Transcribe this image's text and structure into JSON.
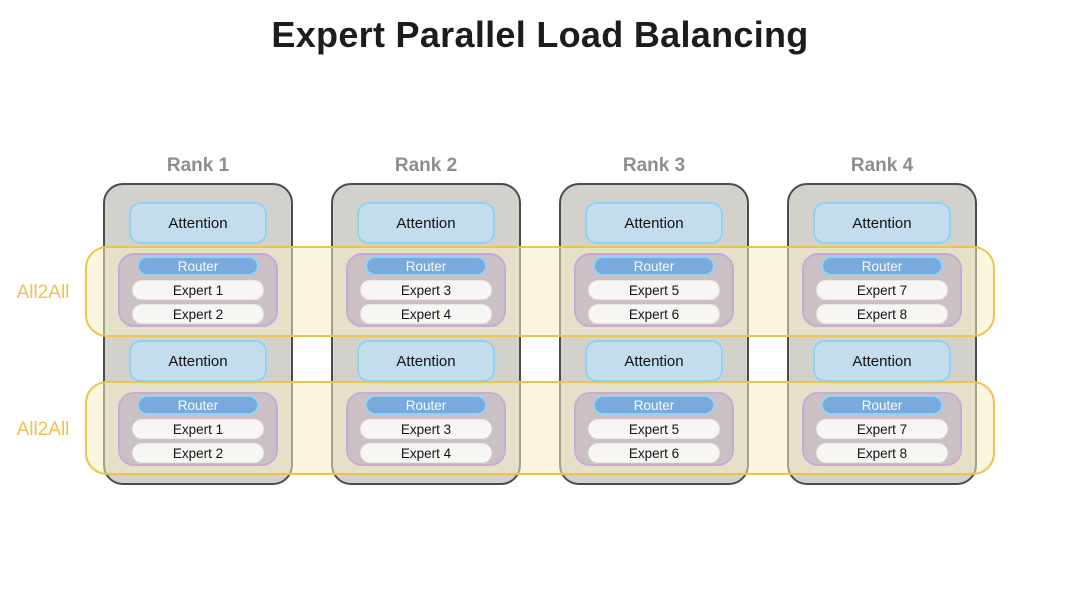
{
  "title": "Expert Parallel Load Balancing",
  "all2all_labels": [
    "All2All",
    "All2All"
  ],
  "ranks": [
    {
      "label": "Rank 1",
      "layers": [
        {
          "attention_label": "Attention",
          "router_label": "Router",
          "expert_labels": [
            "Expert 1",
            "Expert 2"
          ]
        },
        {
          "attention_label": "Attention",
          "router_label": "Router",
          "expert_labels": [
            "Expert 1",
            "Expert 2"
          ]
        }
      ]
    },
    {
      "label": "Rank 2",
      "layers": [
        {
          "attention_label": "Attention",
          "router_label": "Router",
          "expert_labels": [
            "Expert 3",
            "Expert 4"
          ]
        },
        {
          "attention_label": "Attention",
          "router_label": "Router",
          "expert_labels": [
            "Expert 3",
            "Expert 4"
          ]
        }
      ]
    },
    {
      "label": "Rank 3",
      "layers": [
        {
          "attention_label": "Attention",
          "router_label": "Router",
          "expert_labels": [
            "Expert 5",
            "Expert 6"
          ]
        },
        {
          "attention_label": "Attention",
          "router_label": "Router",
          "expert_labels": [
            "Expert 5",
            "Expert 6"
          ]
        }
      ]
    },
    {
      "label": "Rank 4",
      "layers": [
        {
          "attention_label": "Attention",
          "router_label": "Router",
          "expert_labels": [
            "Expert 7",
            "Expert 8"
          ]
        },
        {
          "attention_label": "Attention",
          "router_label": "Router",
          "expert_labels": [
            "Expert 7",
            "Expert 8"
          ]
        }
      ]
    }
  ],
  "colors": {
    "band_border": "#eac54e",
    "band_fill": "#fbf6df",
    "all2all_text": "#f0c14b",
    "rank_fill": "#d2d1cc",
    "rank_border": "#4c4c4c",
    "rank_label_text": "#8d8d8d",
    "attention_fill": "#c4ddec",
    "attention_border": "#8fd1f0",
    "moe_group_fill": "#cbc1c4",
    "moe_group_border": "#c7aad8",
    "router_fill": "#79aadd",
    "router_border": "#93d2f2",
    "expert_fill": "#f8f6f4",
    "title_text": "#1c1c1c"
  }
}
